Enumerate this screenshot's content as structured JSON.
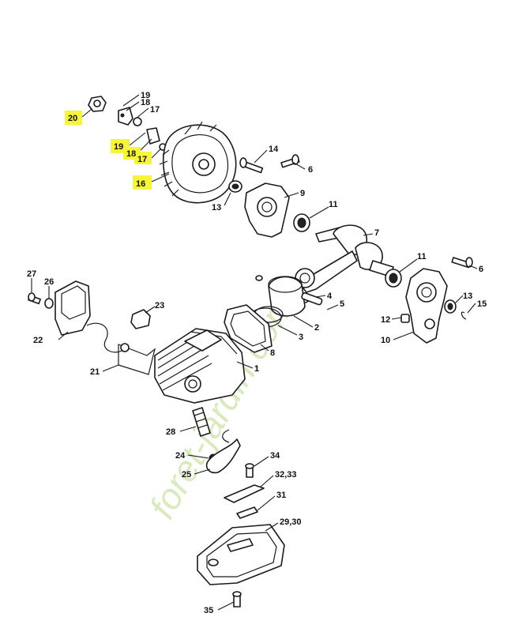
{
  "watermark": "foret-jardin.com",
  "callouts": {
    "c20": "20",
    "c19a": "19",
    "c18a": "18",
    "c17a": "17",
    "c19b": "19",
    "c18b": "18",
    "c17b": "17",
    "c16": "16",
    "c14": "14",
    "c6a": "6",
    "c13a": "13",
    "c9": "9",
    "c11a": "11",
    "c7": "7",
    "c11b": "11",
    "c6b": "6",
    "c27": "27",
    "c26": "26",
    "c23": "23",
    "c4": "4",
    "c5": "5",
    "c13b": "13",
    "c15": "15",
    "c22": "22",
    "c12": "12",
    "c2": "2",
    "c3": "3",
    "c10": "10",
    "c8": "8",
    "c21": "21",
    "c1": "1",
    "c28": "28",
    "c24": "24",
    "c34": "34",
    "c25": "25",
    "c3233": "32,33",
    "c31": "31",
    "c2930": "29,30",
    "c35": "35"
  },
  "highlight_color": "#f7f53a"
}
